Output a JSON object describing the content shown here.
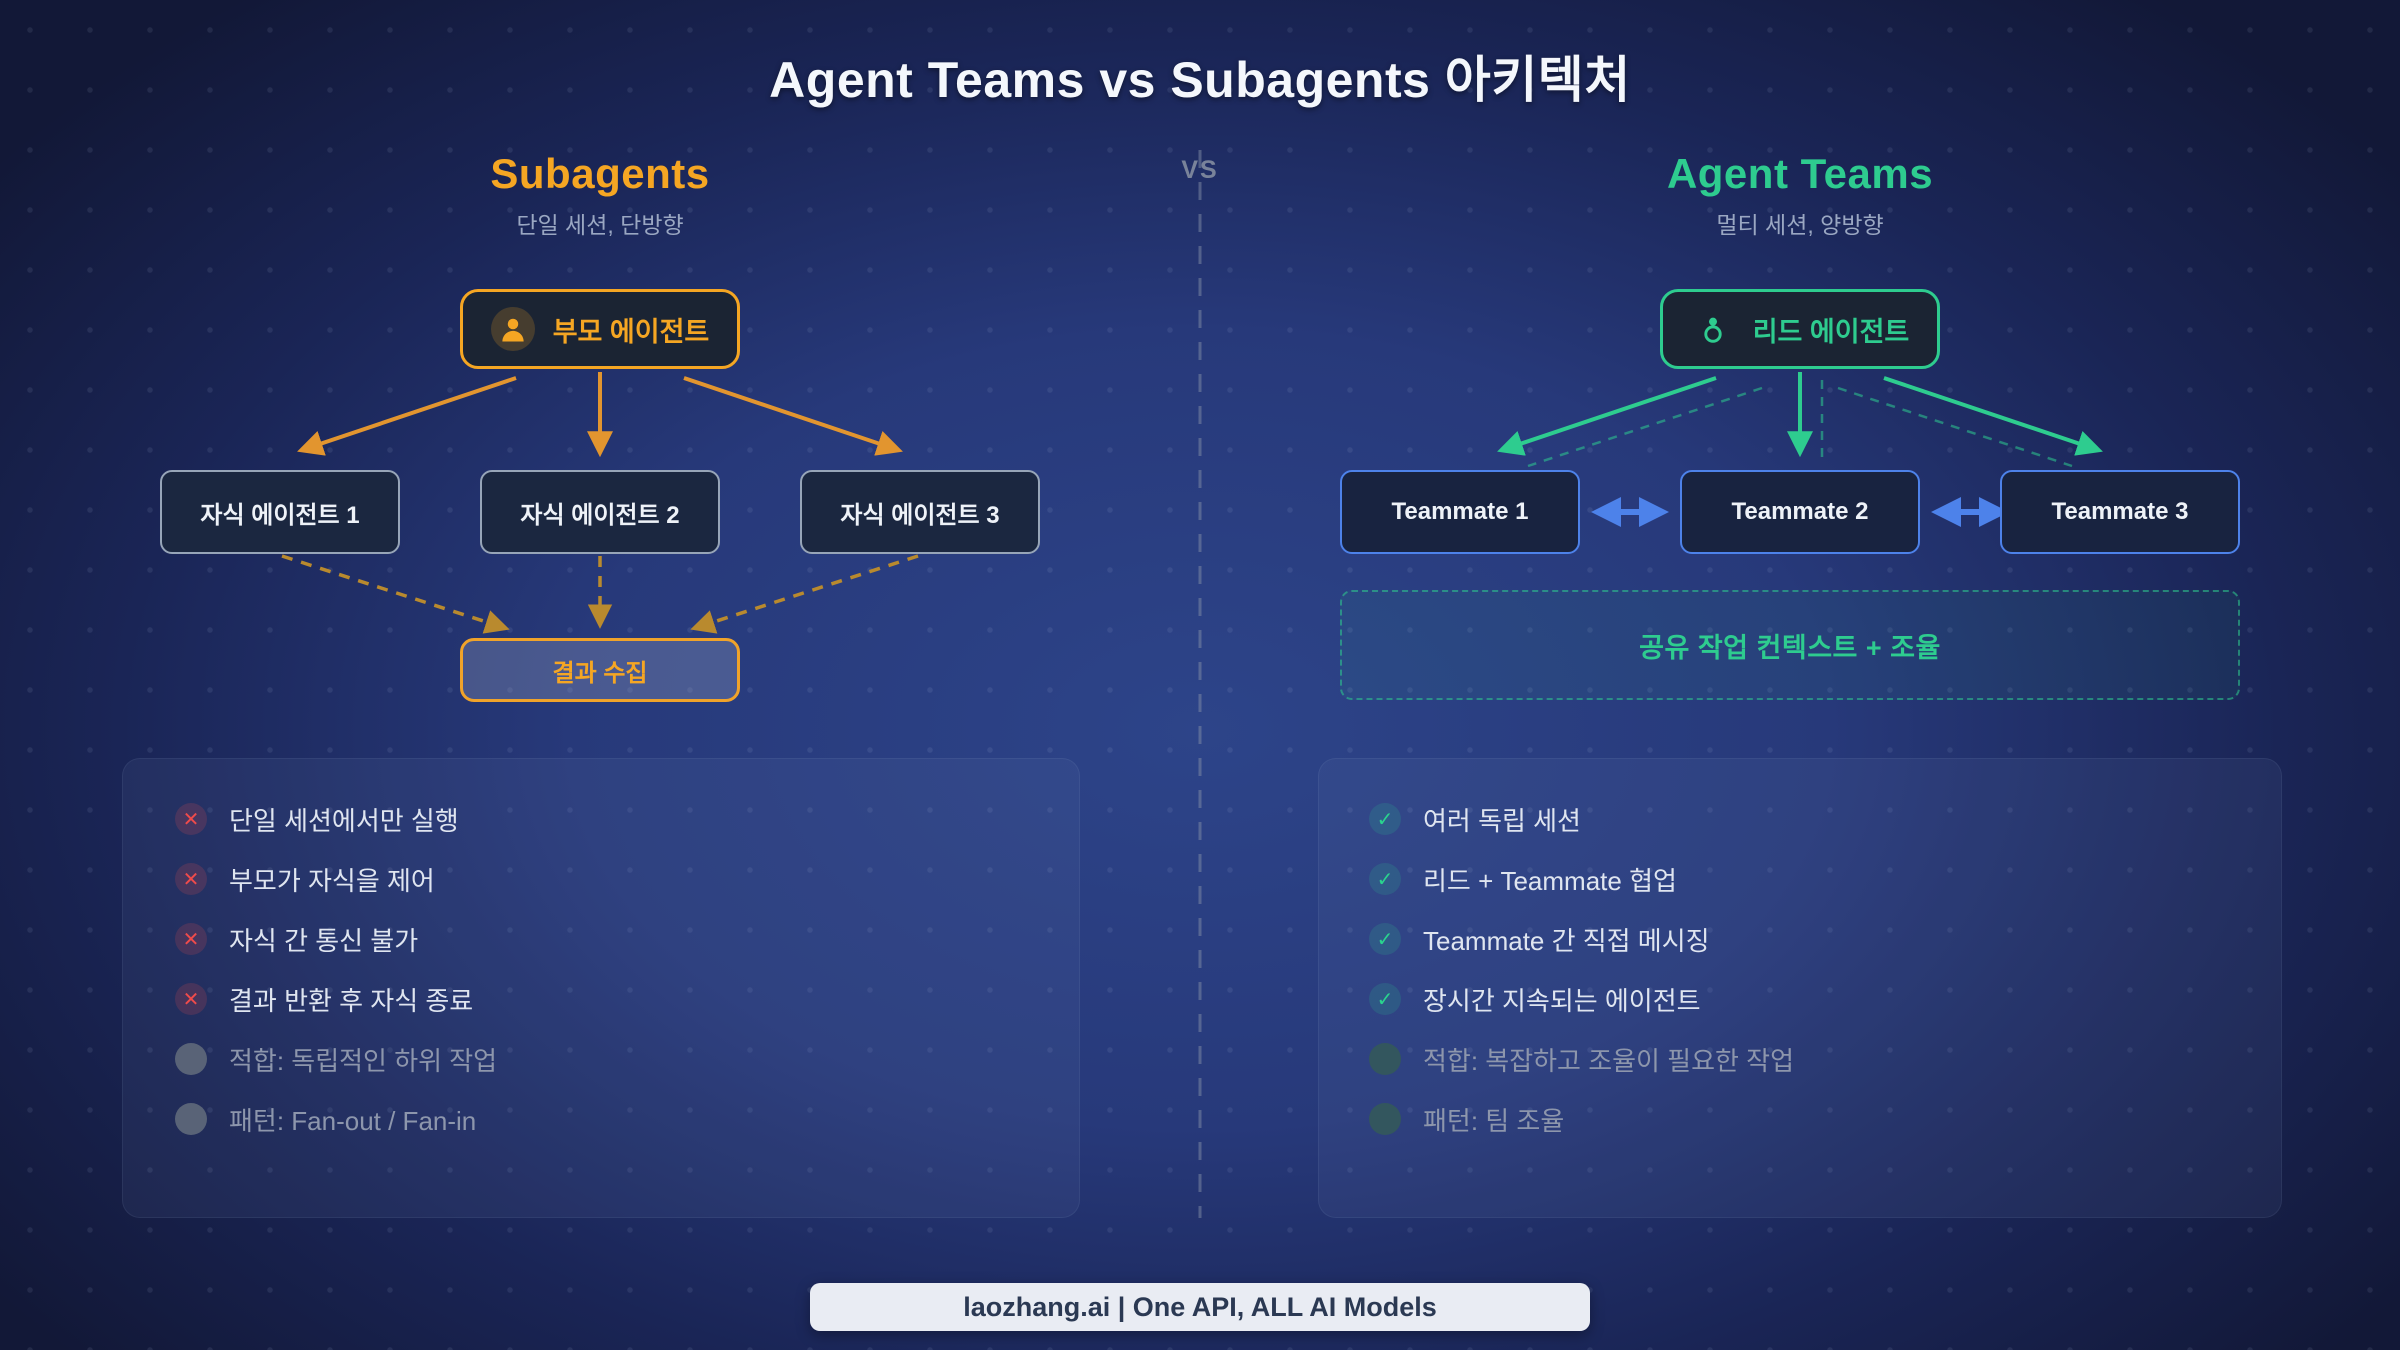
{
  "title": "Agent Teams vs Subagents 아키텍처",
  "vs_label": "VS",
  "colors": {
    "subagents_accent": "#f5a623",
    "teams_accent": "#2ecc8f",
    "teammate_border": "#4d82ea",
    "error_red": "#ef4b4b",
    "background_center": "#2d4489",
    "background_edge": "#121837",
    "badge_bg": "#e9ecf3"
  },
  "icons": {
    "parent_icon": "user-icon",
    "lead_icon": "user-outline-icon",
    "cross": "✕",
    "check": "✓",
    "dot": "●"
  },
  "left": {
    "heading": "Subagents",
    "subtitle": "단일 세션, 단방향",
    "parent_node": "부모 에이전트",
    "children": [
      "자식 에이전트 1",
      "자식 에이전트 2",
      "자식 에이전트 3"
    ],
    "gather_node": "결과 수집",
    "items": [
      {
        "icon": "cross",
        "text": "단일 세션에서만 실행"
      },
      {
        "icon": "cross",
        "text": "부모가 자식을 제어"
      },
      {
        "icon": "cross",
        "text": "자식 간 통신 불가"
      },
      {
        "icon": "cross",
        "text": "결과 반환 후 자식 종료"
      },
      {
        "icon": "dot",
        "text": "적합: 독립적인 하위 작업"
      },
      {
        "icon": "dot",
        "text": "패턴: Fan-out / Fan-in"
      }
    ]
  },
  "right": {
    "heading": "Agent Teams",
    "subtitle": "멀티 세션, 양방향",
    "lead_node": "리드 에이전트",
    "teammates": [
      "Teammate 1",
      "Teammate 2",
      "Teammate 3"
    ],
    "shared_box": "공유 작업 컨텍스트 + 조율",
    "items": [
      {
        "icon": "check",
        "text": "여러 독립 세션"
      },
      {
        "icon": "check",
        "text": "리드 + Teammate 협업"
      },
      {
        "icon": "check",
        "text": "Teammate 간 직접 메시징"
      },
      {
        "icon": "check",
        "text": "장시간 지속되는 에이전트"
      },
      {
        "icon": "dot",
        "text": "적합: 복잡하고 조율이 필요한 작업"
      },
      {
        "icon": "dot",
        "text": "패턴: 팀 조율"
      }
    ]
  },
  "footer": {
    "badge": "laozhang.ai | One API, ALL AI Models"
  }
}
